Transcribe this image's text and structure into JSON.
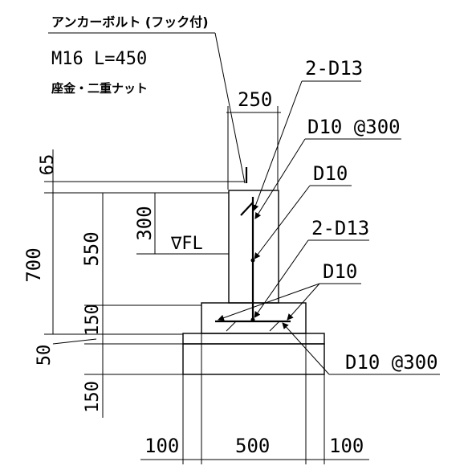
{
  "anchor": {
    "line1": "アンカーボルト (フック付)",
    "line2": "M16  L=450",
    "line3": "座金・二重ナット"
  },
  "labels": {
    "rebar_top": "2-D13",
    "stirrup_top": "D10 @300",
    "d10_mid": "D10",
    "rebar_bottom": "2-D13",
    "d10_lower": "D10",
    "slab_bar": "D10 @300",
    "floor_level": "∇FL"
  },
  "dims": {
    "top_width": "250",
    "h65": "65",
    "h700": "700",
    "h550": "550",
    "h300": "300",
    "h150a": "150",
    "h50": "50",
    "h150b": "150",
    "w100_left": "100",
    "w500": "500",
    "w100_right": "100"
  }
}
